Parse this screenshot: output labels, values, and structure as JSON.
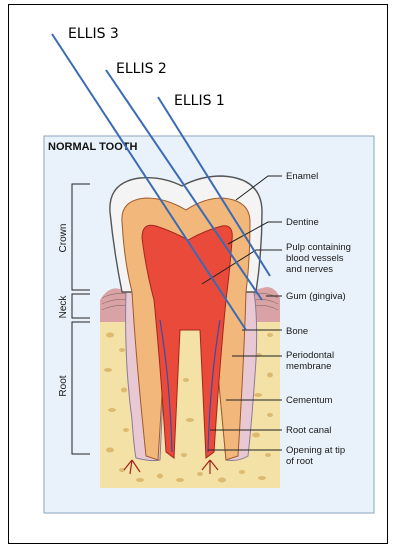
{
  "overlay": {
    "ellis": [
      {
        "label": "ELLIS 3"
      },
      {
        "label": "ELLIS 2"
      },
      {
        "label": "ELLIS 1"
      }
    ],
    "line_color": "#3b6bb5"
  },
  "figure": {
    "title": "NORMAL TOOTH",
    "side_labels": {
      "crown": "Crown",
      "neck": "Neck",
      "root": "Root"
    },
    "labels": {
      "enamel": "Enamel",
      "dentine": "Dentine",
      "pulp": [
        "Pulp containing",
        "blood vessels",
        "and nerves"
      ],
      "gum": "Gum (gingiva)",
      "bone": "Bone",
      "periodontal": [
        "Periodontal",
        "membrane"
      ],
      "cementum": "Cementum",
      "root_canal": "Root canal",
      "opening": [
        "Opening at tip",
        "of root"
      ]
    },
    "colors": {
      "background": "#e9f2fa",
      "enamel": "#f4f4f4",
      "dentine": "#f2b77a",
      "pulp": "#ea4a3a",
      "bone": "#f3e1a6",
      "gum": "#d9a3a6"
    }
  }
}
